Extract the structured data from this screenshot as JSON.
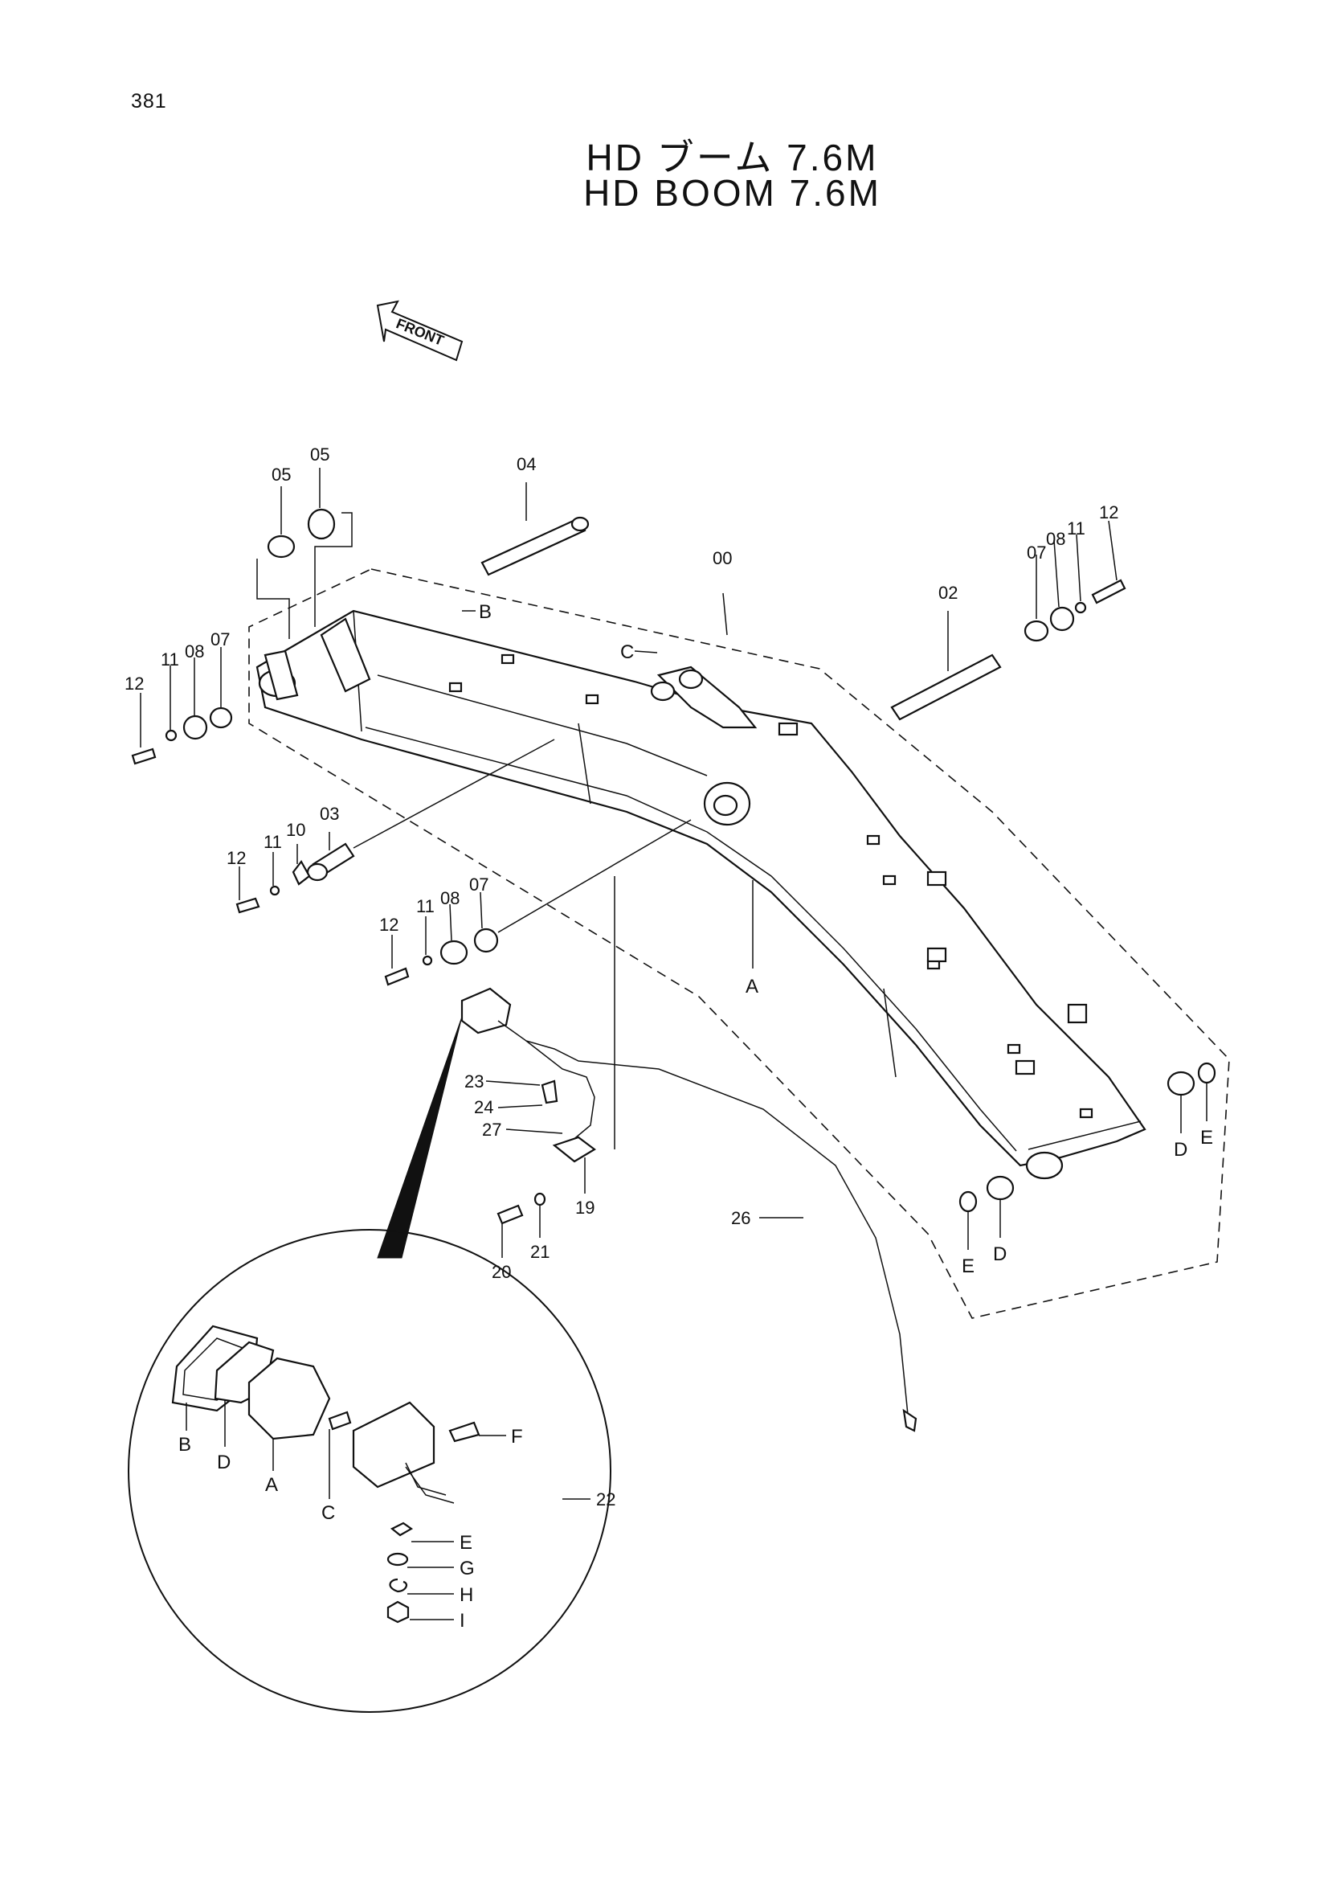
{
  "page": {
    "number": "381"
  },
  "title": {
    "japanese": "HD ブーム 7.6M",
    "english": "HD BOOM 7.6M"
  },
  "front_arrow": {
    "label": "FRONT"
  },
  "callouts": [
    {
      "id": "00",
      "text": "00"
    },
    {
      "id": "02",
      "text": "02"
    },
    {
      "id": "03",
      "text": "03"
    },
    {
      "id": "04",
      "text": "04"
    },
    {
      "id": "05a",
      "text": "05"
    },
    {
      "id": "05b",
      "text": "05"
    },
    {
      "id": "07a",
      "text": "07"
    },
    {
      "id": "08a",
      "text": "08"
    },
    {
      "id": "11a",
      "text": "11"
    },
    {
      "id": "12a",
      "text": "12"
    },
    {
      "id": "07b",
      "text": "07"
    },
    {
      "id": "08b",
      "text": "08"
    },
    {
      "id": "11b",
      "text": "11"
    },
    {
      "id": "12b",
      "text": "12"
    },
    {
      "id": "07c",
      "text": "07"
    },
    {
      "id": "08c",
      "text": "08"
    },
    {
      "id": "11c",
      "text": "11"
    },
    {
      "id": "12c",
      "text": "12"
    },
    {
      "id": "10",
      "text": "10"
    },
    {
      "id": "11d",
      "text": "11"
    },
    {
      "id": "12d",
      "text": "12"
    },
    {
      "id": "19",
      "text": "19"
    },
    {
      "id": "20",
      "text": "20"
    },
    {
      "id": "21",
      "text": "21"
    },
    {
      "id": "22",
      "text": "22"
    },
    {
      "id": "23",
      "text": "23"
    },
    {
      "id": "24",
      "text": "24"
    },
    {
      "id": "26",
      "text": "26"
    },
    {
      "id": "27",
      "text": "27"
    }
  ],
  "boom_letters": {
    "B": "B",
    "C": "C",
    "A": "A",
    "D1": "D",
    "E1": "E",
    "D2": "D",
    "E2": "E"
  },
  "detail_letters": {
    "B": "B",
    "D": "D",
    "A": "A",
    "C": "C",
    "F": "F",
    "E": "E",
    "G": "G",
    "H": "H",
    "I": "I"
  }
}
